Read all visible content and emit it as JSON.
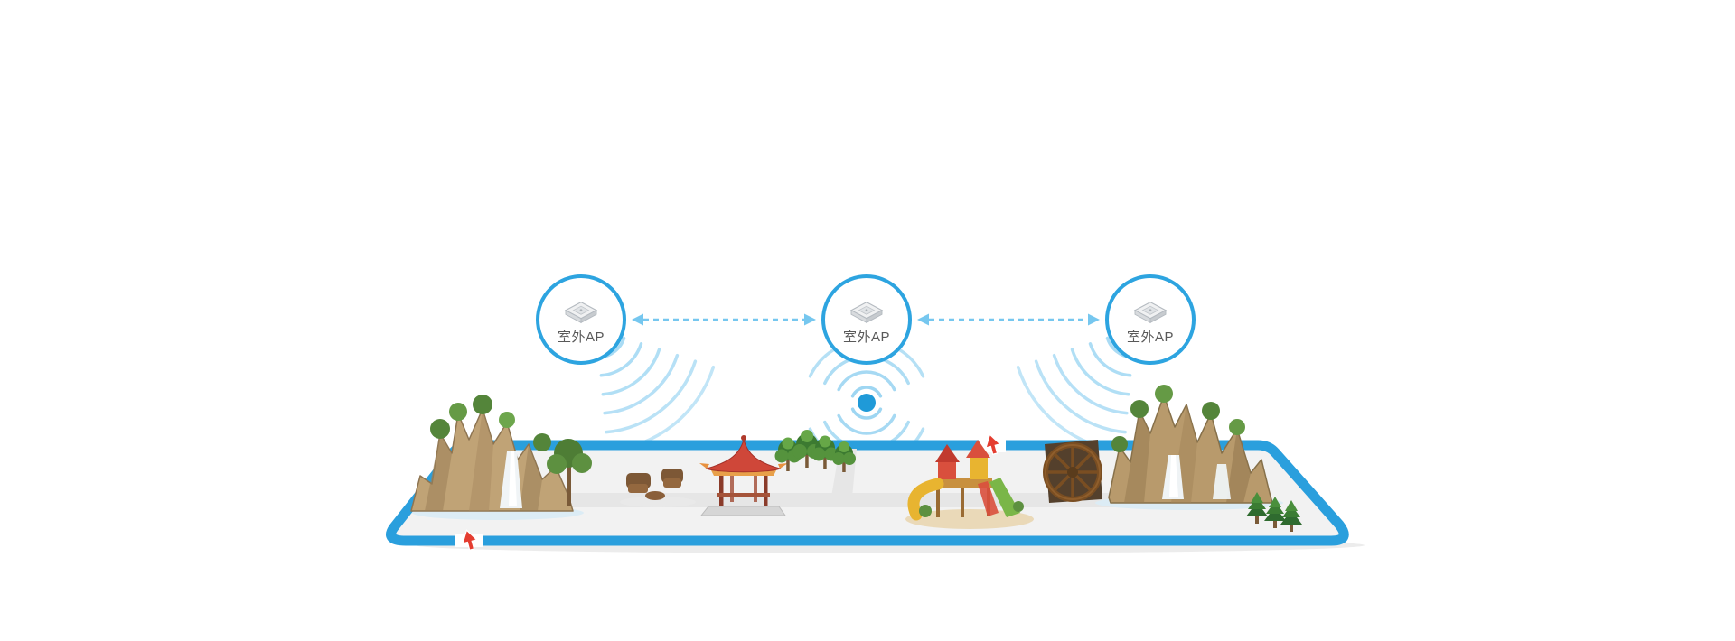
{
  "diagram": {
    "ap_nodes": [
      {
        "id": "ap-left",
        "label": "室外AP"
      },
      {
        "id": "ap-center",
        "label": "室外AP"
      },
      {
        "id": "ap-right",
        "label": "室外AP"
      }
    ],
    "links": [
      {
        "from": "ap-left",
        "to": "ap-center",
        "style": "dashed-double-arrow"
      },
      {
        "from": "ap-center",
        "to": "ap-right",
        "style": "dashed-double-arrow"
      }
    ],
    "scene": {
      "elements": [
        "left-rockery-waterfall",
        "garden-furniture",
        "chinese-pavilion",
        "trees",
        "playground",
        "waterwheel",
        "right-rockery-waterfall",
        "pine-trees"
      ],
      "entrance_markers": 2
    },
    "colors": {
      "node_border": "#2da4e0",
      "link": "#76c7ef",
      "wave": "#a9dbf4",
      "hotspot_dot": "#1f9ad8",
      "park_border": "#2a9fdd",
      "park_ground": "#f2f2f2",
      "entrance_arrow": "#e43d30"
    }
  }
}
